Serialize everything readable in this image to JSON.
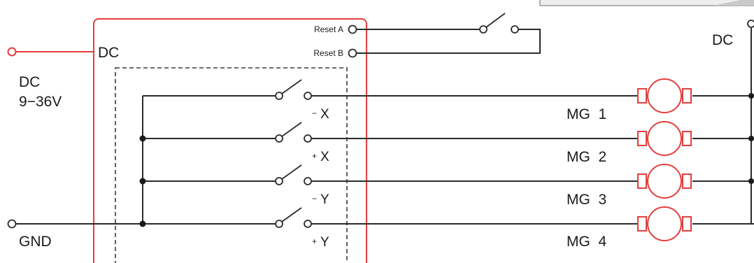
{
  "colors": {
    "wire": "#2b2b2b",
    "accent": "#e63d3d",
    "dashed_box": "#3a3a3a",
    "panel_border": "#9a9a9a",
    "panel_fill": "#eeeeee"
  },
  "controller": {
    "dc_label": "DC",
    "reset_a": "Reset A",
    "reset_b": "Reset B",
    "outputs": [
      {
        "sign": "−",
        "axis": "X"
      },
      {
        "sign": "+",
        "axis": "X"
      },
      {
        "sign": "−",
        "axis": "Y"
      },
      {
        "sign": "+",
        "axis": "Y"
      }
    ]
  },
  "supply": {
    "label": "DC",
    "range": "9−36V",
    "gnd_label": "GND"
  },
  "right_supply_label": "DC",
  "motors": [
    {
      "label": "MG  1"
    },
    {
      "label": "MG  2"
    },
    {
      "label": "MG  3"
    },
    {
      "label": "MG  4"
    }
  ],
  "icons": [
    "open-contact-switch-icon",
    "dc-motor-icon",
    "terminal-icon",
    "junction-dot-icon"
  ]
}
